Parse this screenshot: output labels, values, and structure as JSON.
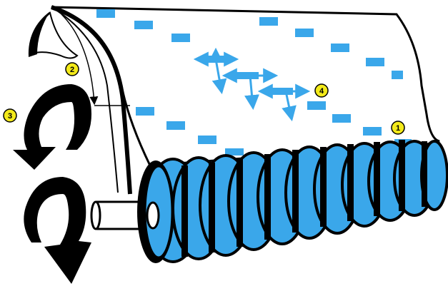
{
  "callouts": [
    {
      "number": "1"
    },
    {
      "number": "2"
    },
    {
      "number": "3"
    },
    {
      "number": "4"
    }
  ],
  "colors": {
    "accent_blue": "#3aa7ea",
    "ink": "#000000",
    "paper": "#ffffff",
    "callout_fill": "#f3ea1a",
    "shaft": "#ffffff"
  }
}
